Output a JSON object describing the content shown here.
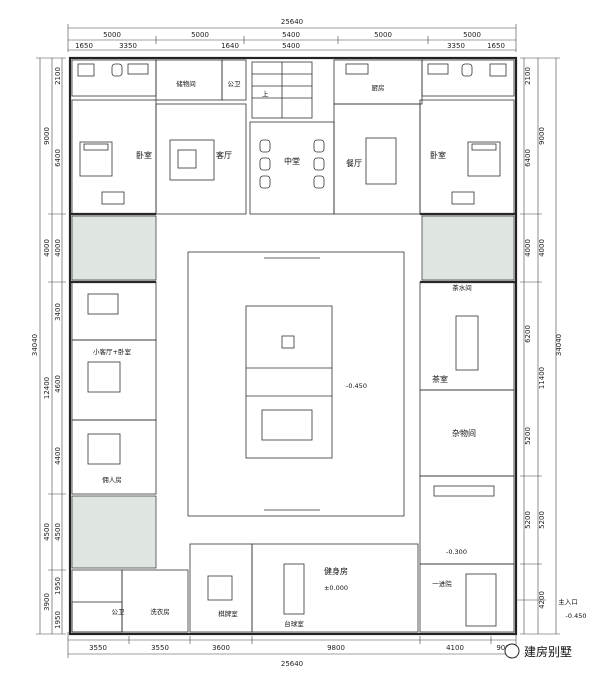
{
  "dimensions": {
    "total_width": "25640",
    "top_segments": [
      "5000",
      "5000",
      "5400",
      "5000",
      "5000"
    ],
    "top_sub": [
      "1650",
      "3350",
      "1640",
      "3350",
      "1650"
    ],
    "top_middle_sub": [
      "5400"
    ],
    "bottom_segments": [
      "3550",
      "3550",
      "3600",
      "9800",
      "4100",
      "900"
    ],
    "left_total": "34040",
    "left_segments": [
      "9000",
      "4000",
      "12400",
      "4500",
      "3900"
    ],
    "left_sub": [
      "2100",
      "6400",
      "4000",
      "3400",
      "4600",
      "4400",
      "4500",
      "1950",
      "1950"
    ],
    "right_total": "34040",
    "right_segments": [
      "9000",
      "4000",
      "11400",
      "5200",
      "4200"
    ],
    "right_sub": [
      "2100",
      "6400",
      "4000",
      "6200",
      "5200",
      "5200"
    ]
  },
  "rooms": {
    "storage_top": "储物间",
    "toilet_top": "公卫",
    "kitchen": "厨房",
    "bedroom_left": "卧室",
    "living_room": "客厅",
    "central_hall": "中堂",
    "dining_room": "餐厅",
    "bedroom_right": "卧室",
    "small_living": "小客厅+卧室",
    "servant_room": "佣人房",
    "tea_water": "茶水间",
    "tea_room": "茶室",
    "storage_right": "杂物间",
    "fitness_room": "健身房",
    "chess_room": "棋牌室",
    "billiards_room": "台球室",
    "laundry": "洗衣房",
    "toilet_bottom": "公卫",
    "entry_yard": "一进院"
  },
  "levels": {
    "courtyard": "-0.450",
    "fitness": "±0.000",
    "entry": "-0.300",
    "outside": "-0.450"
  },
  "labels": {
    "main_entrance": "主入口",
    "up_mark": "上"
  },
  "watermark": "建房别墅"
}
